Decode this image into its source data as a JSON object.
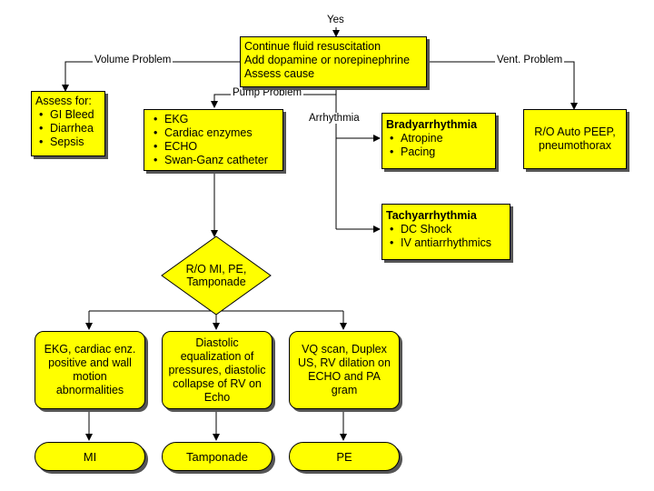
{
  "labels": {
    "yes": "Yes",
    "volume": "Volume Problem",
    "pump": "Pump Problem",
    "arrhythmia": "Arrhythmia",
    "vent": "Vent. Problem"
  },
  "top_box": {
    "lines": [
      "Continue fluid resuscitation",
      "Add dopamine or norepinephrine",
      "Assess cause"
    ]
  },
  "assess_box": {
    "title": "Assess for:",
    "items": [
      "GI Bleed",
      "Diarrhea",
      "Sepsis"
    ]
  },
  "pump_box": {
    "items": [
      "EKG",
      "Cardiac enzymes",
      "ECHO",
      "Swan-Ganz catheter"
    ]
  },
  "brady_box": {
    "title": "Bradyarrhythmia",
    "items": [
      "Atropine",
      "Pacing"
    ]
  },
  "tachy_box": {
    "title": "Tachyarrhythmia",
    "items": [
      "DC Shock",
      "IV antiarrhythmics"
    ]
  },
  "vent_box": {
    "text": "R/O Auto PEEP, pneumothorax"
  },
  "diamond": {
    "text": "R/O MI, PE, Tamponade"
  },
  "findings": {
    "mi": "EKG, cardiac enz. positive and wall motion abnormalities",
    "tamponade": "Diastolic equalization of pressures, diastolic collapse of RV on Echo",
    "pe": "VQ scan, Duplex US, RV dilation on ECHO and PA gram"
  },
  "outcomes": {
    "mi": "MI",
    "tamponade": "Tamponade",
    "pe": "PE"
  }
}
